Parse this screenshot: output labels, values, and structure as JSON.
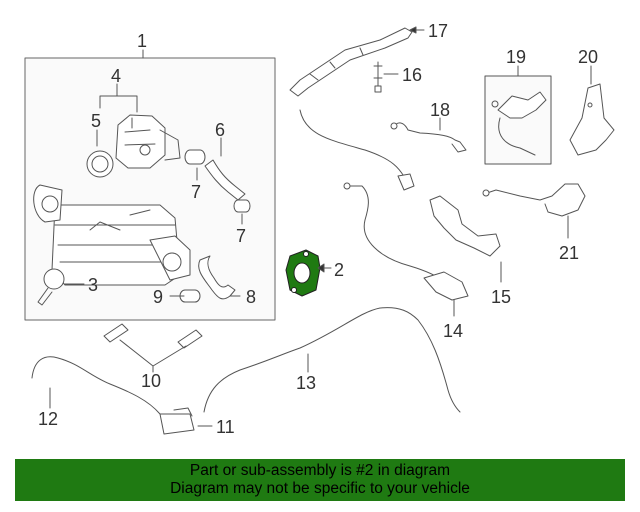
{
  "callouts": {
    "c1": "1",
    "c2": "2",
    "c3": "3",
    "c4": "4",
    "c5": "5",
    "c6": "6",
    "c7a": "7",
    "c7b": "7",
    "c8": "8",
    "c9": "9",
    "c10": "10",
    "c11": "11",
    "c12": "12",
    "c13": "13",
    "c14": "14",
    "c15": "15",
    "c16": "16",
    "c17": "17",
    "c18": "18",
    "c19": "19",
    "c20": "20",
    "c21": "21"
  },
  "banner": {
    "line1": "Part or sub-assembly is #2 in diagram",
    "line2": "Diagram may not be specific to your vehicle",
    "color": "#1f7a12"
  },
  "highlight": {
    "part": "2",
    "color": "#1f7a12"
  }
}
